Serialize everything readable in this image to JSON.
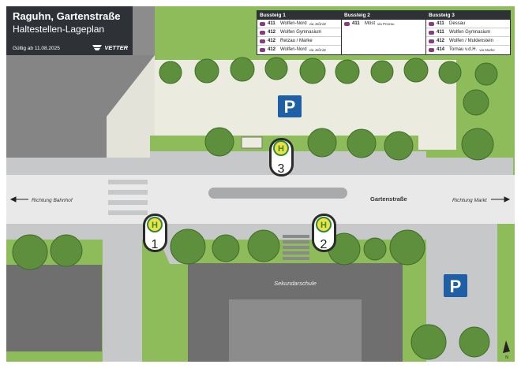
{
  "header": {
    "title_line1": "Raguhn, Gartenstraße",
    "title_line2": "Haltestellen-Lageplan",
    "valid_from": "Gültig ab 11.08.2025",
    "operator_logo_text": "VETTER",
    "operator_logo_icon": "vetter-logo-icon"
  },
  "departures": {
    "bus_icon": "bus-icon",
    "bus_icon_color": "#8b3a7d",
    "bays": [
      {
        "name": "Bussteig 1",
        "rows": [
          {
            "line": "411",
            "dest": "Wolfen-Nord",
            "via": "via Jeßnitz"
          },
          {
            "line": "412",
            "dest": "Wolfen Gymnasium",
            "via": ""
          },
          {
            "line": "412",
            "dest": "Retzau / Marke",
            "via": ""
          },
          {
            "line": "412",
            "dest": "Wolfen-Nord",
            "via": "via Jeßnitz"
          }
        ]
      },
      {
        "name": "Bussteig 2",
        "rows": [
          {
            "line": "411",
            "dest": "Möst",
            "via": "via Priorau"
          }
        ]
      },
      {
        "name": "Bussteig 3",
        "rows": [
          {
            "line": "411",
            "dest": "Dessau",
            "via": ""
          },
          {
            "line": "411",
            "dest": "Wolfen Gymnasium",
            "via": ""
          },
          {
            "line": "412",
            "dest": "Wolfen / Muldenstein",
            "via": ""
          },
          {
            "line": "414",
            "dest": "Tornau v.d.H.",
            "via": "via Marke"
          }
        ]
      }
    ]
  },
  "map": {
    "street_name": "Gartenstraße",
    "direction_left": "Richtung Bahnhof",
    "direction_right": "Richtung Markt",
    "school_label": "Sekundarschule",
    "parking_symbol": "P",
    "stop_symbol": "H",
    "stops": [
      {
        "number": "1"
      },
      {
        "number": "2"
      },
      {
        "number": "3"
      }
    ],
    "north_arrow_label": "N",
    "colors": {
      "grass": "#8fbc5a",
      "tree": "#5e8f3c",
      "road": "#e9e9e9",
      "sidewalk": "#c6c8ca",
      "parking_area": "#ecebdf",
      "building": "#858585",
      "dark_building": "#6f6f6f",
      "parking_sign": "#1f5fa5",
      "stop_sign_yellow": "#f0e040",
      "stop_sign_green": "#2d8a3e",
      "title_bg": "#2e3237"
    }
  }
}
